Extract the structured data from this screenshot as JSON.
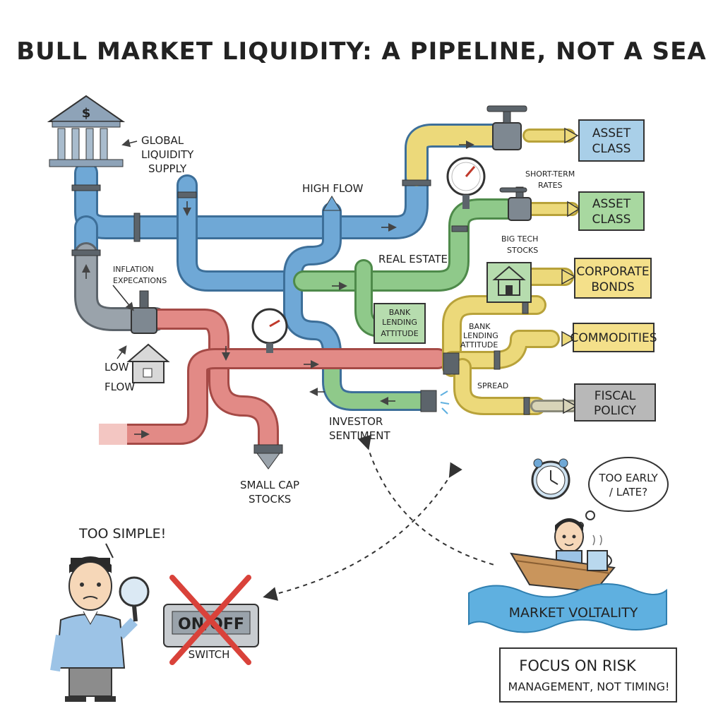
{
  "title": "BULL MARKET LIQUIDITY: A PIPELINE, NOT A SEA",
  "labels": {
    "global_liquidity_1": "GLOBAL",
    "global_liquidity_2": "LIQUIDITY",
    "global_liquidity_3": "SUPPLY",
    "high_flow": "HIGH FLOW",
    "inflation_1": "INFLATION",
    "inflation_2": "EXPECATIONS",
    "low_flow_1": "LOW",
    "low_flow_2": "FLOW",
    "real_estate": "REAL ESTATE",
    "bank_box_1": "BANK",
    "bank_box_2": "LENDING",
    "bank_box_3": "ATTITUDE",
    "short_term_1": "SHORT-TERM",
    "short_term_2": "RATES",
    "big_tech_1": "BIG TECH",
    "big_tech_2": "STOCKS",
    "bank_small_1": "BANK",
    "bank_small_2": "LENDING",
    "bank_small_3": "ATTITUDE",
    "spread": "SPREAD",
    "investor_1": "INVESTOR",
    "investor_2": "SENTIMENT",
    "small_cap_1": "SMALL CAP",
    "small_cap_2": "STOCKS",
    "too_simple": "TOO SIMPLE!",
    "switch_on_off": "ON/OFF",
    "switch_label": "SWITCH",
    "thought_1": "TOO EARLY",
    "thought_2": "/ LATE?",
    "market_volatility": "MARKET VOLTALITY",
    "focus_1": "FOCUS ON RISK",
    "focus_2": "MANAGEMENT, NOT TIMING!"
  },
  "destinations": [
    {
      "line1": "ASSET",
      "line2": "CLASS",
      "color": "#a9cfe8"
    },
    {
      "line1": "ASSET",
      "line2": "CLASS",
      "color": "#a8d8a0"
    },
    {
      "line1": "CORPORATE",
      "line2": "BONDS",
      "color": "#f4e08a"
    },
    {
      "line1": "COMMODITIES",
      "line2": "",
      "color": "#f4e08a"
    },
    {
      "line1": "FISCAL",
      "line2": "POLICY",
      "color": "#b8b8b8"
    }
  ],
  "colors": {
    "blue_pipe": "#6fa8d6",
    "green_pipe": "#8fc98a",
    "red_pipe": "#e28a86",
    "yellow_pipe": "#ecd97a",
    "gray_pipe": "#9aa3ab",
    "water": "#5fb0e0"
  },
  "icons": {
    "bank": "bank-building-icon",
    "house": "house-icon",
    "gauge": "pressure-gauge-icon",
    "valve": "valve-icon",
    "clock": "alarm-clock-icon",
    "magnifier": "magnifying-glass-icon",
    "boat": "rowboat-icon",
    "mug": "coffee-mug-icon"
  }
}
